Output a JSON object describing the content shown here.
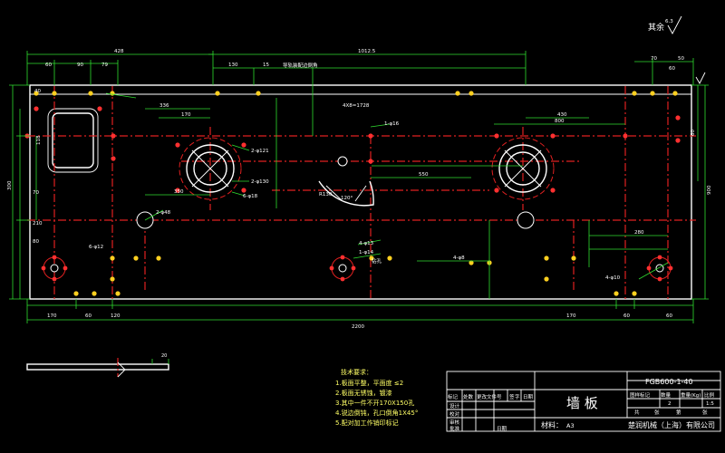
{
  "title_block": {
    "part_name": "墙 板",
    "drawing_no": "FGB600-1-40",
    "company": "楚润机械（上海）有限公司",
    "material_label": "材料：",
    "material_value": "A3",
    "col_mark": "图样标记",
    "col_qty": "数量",
    "col_weight": "重量(Kg)",
    "col_scale": "比例",
    "qty_value": "2",
    "scale_value": "1:5",
    "sheets": [
      "共",
      "张",
      "第",
      "张"
    ],
    "rev_headers": [
      "标记",
      "处数",
      "更改文件号",
      "签",
      "字",
      "日期"
    ],
    "roles": [
      "设计",
      "校对",
      "审核",
      "批准"
    ],
    "date_label": "日期"
  },
  "notes": {
    "heading": "技术要求：",
    "items": [
      "1.板面平整，平面度 ≤2",
      "2.板面无锈蚀，镀漆",
      "3.其中一件不开170X150孔",
      "4.锐边倒钝，孔口倒角1X45°",
      "5.配对加工作销印标记"
    ]
  },
  "roughness_label": "其余",
  "roughness_value": "6.3",
  "annotations": {
    "top_center": "导轨装配边倒角",
    "right_hole_label": "钻孔",
    "pitch": "4X8=1728"
  },
  "dims_top": [
    "428",
    "60",
    "90",
    "79",
    "130",
    "15",
    "1012.5",
    "70",
    "60",
    "50"
  ],
  "dims_bottom": [
    "170",
    "60",
    "120",
    "2200",
    "170",
    "60",
    "60"
  ],
  "dims_left": [
    "40",
    "118",
    "210",
    "80",
    "300",
    "70"
  ],
  "dims_right": [
    "280",
    "60",
    "900"
  ],
  "dims_inner": [
    "336",
    "170",
    "2-φ121",
    "2-φ130",
    "6-φ18",
    "350",
    "2-φ48",
    "6-φ12",
    "430",
    "550",
    "800",
    "1-φ16",
    "4-φ13",
    "4-φ8",
    "R130",
    "120°",
    "1-φ14",
    "4-φ10"
  ],
  "section": {
    "dims": [
      "20"
    ]
  }
}
